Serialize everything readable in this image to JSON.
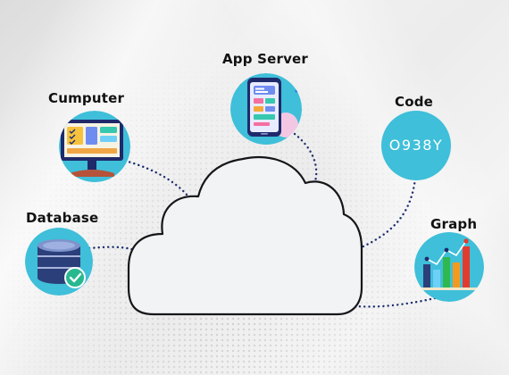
{
  "diagram": {
    "nodes": {
      "app_server": {
        "label": "App Server",
        "icon": "smartphone-app-icon"
      },
      "computer": {
        "label": "Cumputer",
        "icon": "desktop-monitor-icon"
      },
      "code": {
        "label": "Code",
        "text": "O938Y"
      },
      "database": {
        "label": "Database",
        "icon": "database-check-icon"
      },
      "graph": {
        "label": "Graph",
        "icon": "bar-chart-icon"
      }
    },
    "hub": {
      "icon": "cloud-icon"
    },
    "colors": {
      "node_fill": "#3fbfd9",
      "connector": "#1d2f6f",
      "cloud_fill": "#f1f3f5",
      "cloud_outline": "#16161a"
    }
  }
}
